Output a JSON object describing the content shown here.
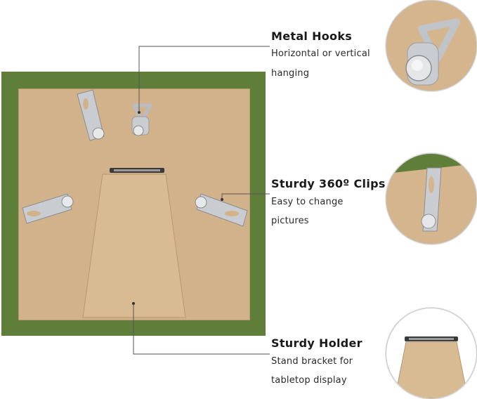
{
  "features": [
    {
      "title": "Metal Hooks",
      "desc_line1": "Horizontal or vertical",
      "desc_line2": "hanging"
    },
    {
      "title": "Sturdy 360º Clips",
      "desc_line1": "Easy to change",
      "desc_line2": "pictures"
    },
    {
      "title": "Sturdy Holder",
      "desc_line1": "Stand bracket for",
      "desc_line2": "tabletop display"
    }
  ],
  "colors": {
    "frame": "#5e7e3a",
    "board": "#d2b28a",
    "stand": "#d9bb93",
    "metal": "#c9ccd0",
    "line": "#555555"
  }
}
